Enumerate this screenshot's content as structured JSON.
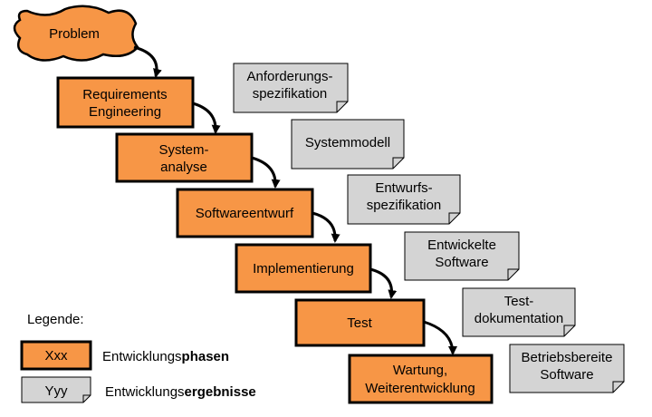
{
  "start": {
    "label": "Problem"
  },
  "phases": [
    {
      "lines": [
        "Requirements",
        "Engineering"
      ]
    },
    {
      "lines": [
        "System-",
        "analyse"
      ]
    },
    {
      "lines": [
        "Softwareentwurf"
      ]
    },
    {
      "lines": [
        "Implementierung"
      ]
    },
    {
      "lines": [
        "Test"
      ]
    },
    {
      "lines": [
        "Wartung,",
        "Weiterentwicklung"
      ]
    }
  ],
  "results": [
    {
      "lines": [
        "Anforderungs-",
        "spezifikation"
      ]
    },
    {
      "lines": [
        "Systemmodell"
      ]
    },
    {
      "lines": [
        "Entwurfs-",
        "spezifikation"
      ]
    },
    {
      "lines": [
        "Entwickelte",
        "Software"
      ]
    },
    {
      "lines": [
        "Test-",
        "dokumentation"
      ]
    },
    {
      "lines": [
        "Betriebsbereite",
        "Software"
      ]
    }
  ],
  "legend": {
    "title": "Legende:",
    "phase_sample": "Xxx",
    "phase_prefix": "Entwicklungs",
    "phase_bold": "phasen",
    "result_sample": "Yyy",
    "result_prefix": "Entwicklungs",
    "result_bold": "ergebnisse"
  },
  "colors": {
    "phase_fill": "#f79646",
    "result_fill": "#d4d4d4",
    "stroke": "#000000"
  }
}
